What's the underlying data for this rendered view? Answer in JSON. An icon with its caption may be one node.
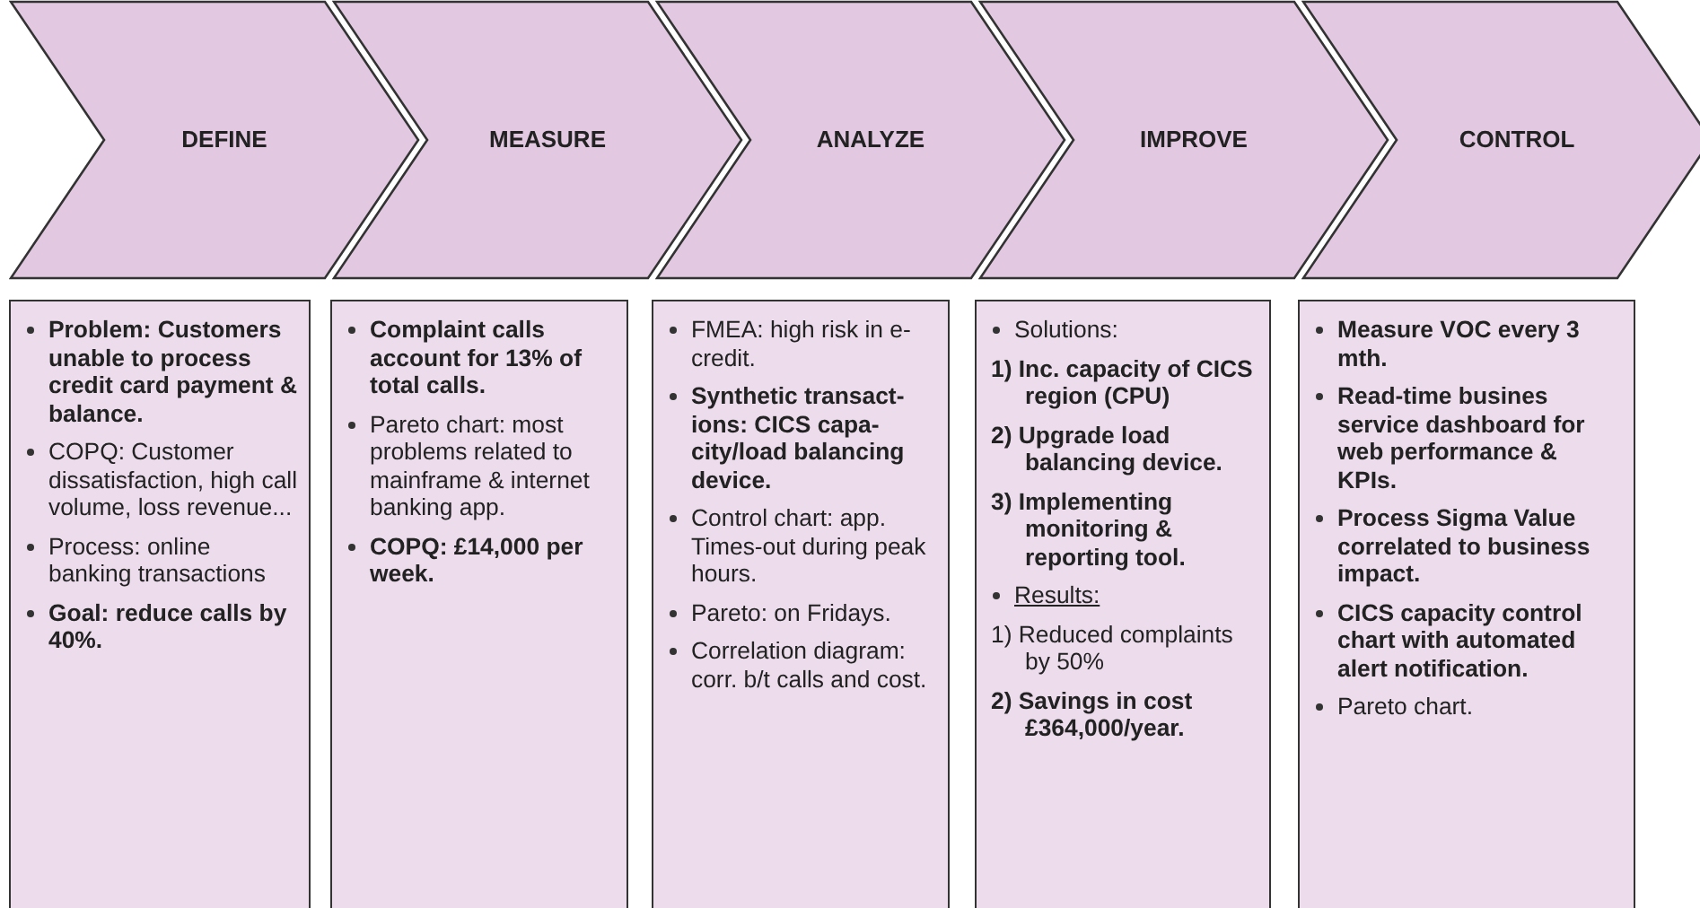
{
  "diagram": {
    "nodes": [
      {
        "text": [
          "DEFINE"
        ]
      },
      {
        "text": [
          "MEASURE"
        ]
      },
      {
        "text": [
          "ANALYZE"
        ]
      },
      {
        "text": [
          "IMPROVE"
        ]
      },
      {
        "text": [
          "CONTROL"
        ]
      },
      {
        "text": [
          "Problem: Customers unable to process credit card payment & balance.",
          "COPQ: Customer dissatisfaction, high call volume, loss revenue...",
          "Process: online banking transactions",
          "Goal: reduce calls by 40%."
        ]
      },
      {
        "text": [
          "Complaint calls account for 13% of total calls.",
          "Pareto chart: most problems related to mainframe & internet banking app.",
          "COPQ: £14,000 per week."
        ]
      },
      {
        "text": [
          "FMEA: high risk in e-credit.",
          "Synthetic transact- ions: CICS capa- city/load balancing device.",
          "Control chart: app. Times-out during peak hours.",
          "Pareto: on Fridays.",
          "Correlation diagram: corr. b/t calls and cost."
        ]
      },
      {
        "text": [
          "Solutions:",
          "1) Inc. capacity of CICS region (CPU)",
          "2) Upgrade load balancing device.",
          "3) Implementing monitoring & reporting tool.",
          "Results:",
          "1) Reduced complaints by 50%",
          "2) Savings in cost £364,000/year."
        ]
      },
      {
        "text": [
          "Measure VOC every 3 mth.",
          "Read-time busines service dashboard for web performance & KPIs.",
          "Process Sigma Value correlated to business impact.",
          "CICS capacity control chart with automated alert notification.",
          "Pareto chart."
        ]
      }
    ]
  }
}
